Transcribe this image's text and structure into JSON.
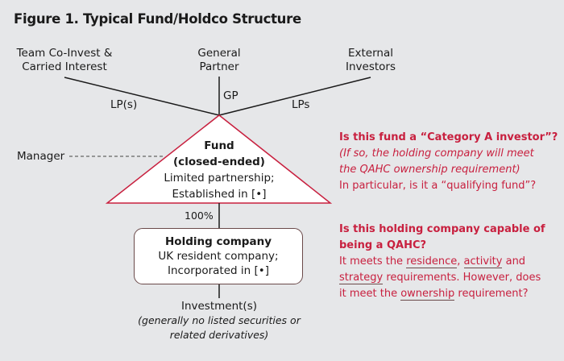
{
  "title": "Figure 1. Typical Fund/Holdco Structure",
  "nodes": {
    "team": [
      "Team Co-Invest &",
      "Carried Interest"
    ],
    "gp": [
      "General",
      "Partner"
    ],
    "external": [
      "External",
      "Investors"
    ],
    "manager": "Manager",
    "fund": [
      "Fund",
      "(closed-ended)",
      "Limited partnership;",
      "Established in [•]"
    ],
    "holding": [
      "Holding company",
      "UK resident company;",
      "Incorporated in [•]"
    ],
    "investment": [
      "Investment(s)",
      "(generally no listed securities or",
      "related derivatives)"
    ]
  },
  "edges": {
    "team_label": "LP(s)",
    "gp_label": "GP",
    "external_label": "LPs",
    "ownership_label": "100%"
  },
  "questions": {
    "fund": {
      "heading": "Is this fund a “Category A investor”?",
      "italic": [
        "(If so, the holding company will meet",
        "the QAHC ownership requirement)"
      ],
      "followup": "In particular, is it a “qualifying fund”?"
    },
    "holding": {
      "heading": [
        "Is this holding company capable of",
        "being a QAHC?"
      ],
      "body": {
        "l1_pre": "It meets the ",
        "residence": "residence",
        "comma": ", ",
        "activity": "activity",
        "and": " and",
        "strategy": "strategy",
        "l2_post": " requirements. However, does",
        "l3_pre": "it meet the ",
        "ownership": "ownership",
        "l3_post": " requirement?"
      }
    }
  },
  "colors": {
    "accent": "#c8203f",
    "background": "#e6e7e9"
  }
}
